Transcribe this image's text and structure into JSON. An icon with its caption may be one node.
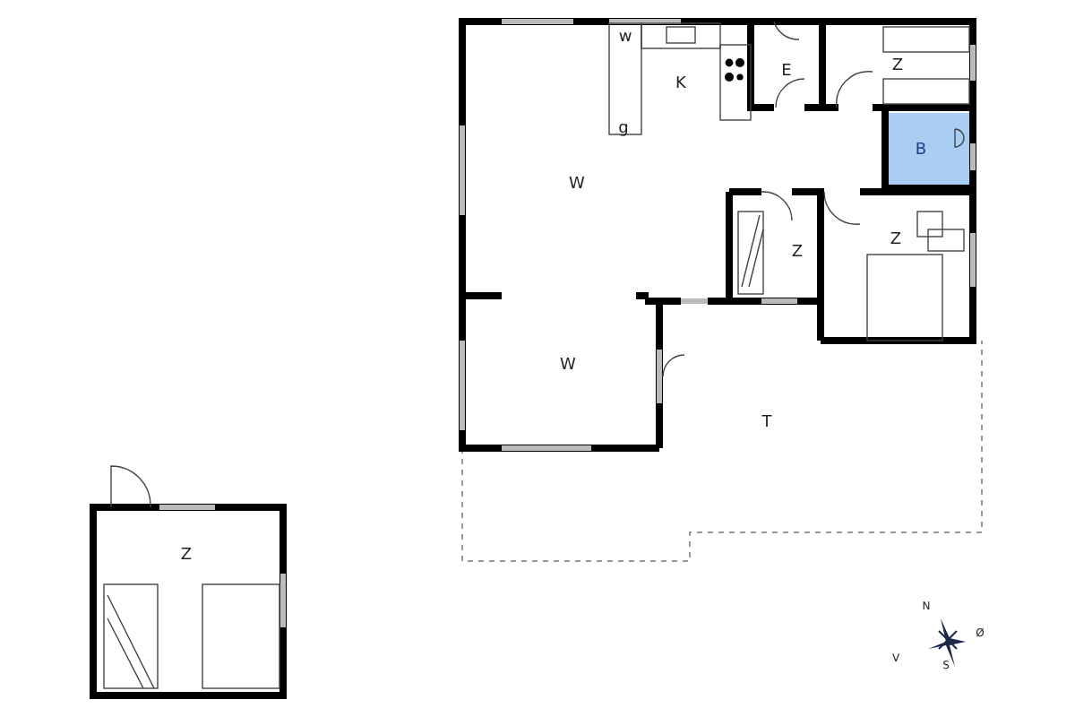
{
  "diagram": {
    "labels": [
      "w",
      "Z",
      "E",
      "K",
      "g",
      "B",
      "W",
      "Z",
      "Z",
      "W",
      "T",
      "Z",
      "N",
      "Ø",
      "V",
      "S"
    ]
  }
}
